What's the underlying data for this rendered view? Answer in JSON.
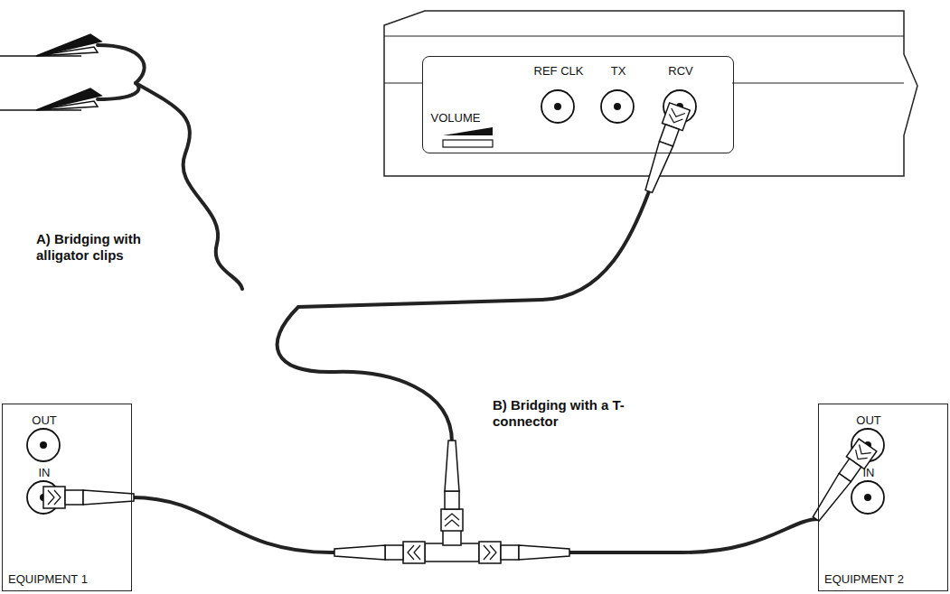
{
  "diagram": {
    "nodes": [
      {
        "text": [
          "VOLUME",
          "REF CLK",
          "TX",
          "RCV"
        ]
      },
      {
        "text": [
          "OUT",
          "IN",
          "EQUIPMENT 1"
        ]
      },
      {
        "text": [
          "OUT",
          "IN",
          "EQUIPMENT 2"
        ]
      }
    ],
    "edges": [
      {
        "from": 1,
        "to": 2,
        "arrow": "none"
      }
    ],
    "labels": [
      "A) Bridging with alligator clips",
      "B) Bridging with a T-connector"
    ]
  }
}
